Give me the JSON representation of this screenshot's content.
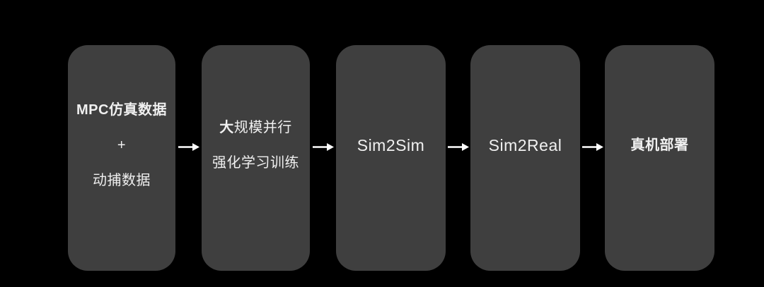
{
  "colors": {
    "background": "#000000",
    "box": "#3f3f3f",
    "text": "#f0f0f0",
    "arrow": "#ffffff"
  },
  "flow": {
    "type": "left-to-right-pipeline",
    "arrow_icon": "right-arrow",
    "steps": [
      {
        "name": "training-data",
        "line1": "MPC仿真数据",
        "line2": "+",
        "line3": "动捕数据"
      },
      {
        "name": "rl-training",
        "line1_bold": "大",
        "line1_rest": "规模并行",
        "line2": "强化学习训练"
      },
      {
        "name": "sim2sim",
        "label": "Sim2Sim"
      },
      {
        "name": "sim2real",
        "label": "Sim2Real"
      },
      {
        "name": "real-deployment",
        "label": "真机部署"
      }
    ]
  }
}
